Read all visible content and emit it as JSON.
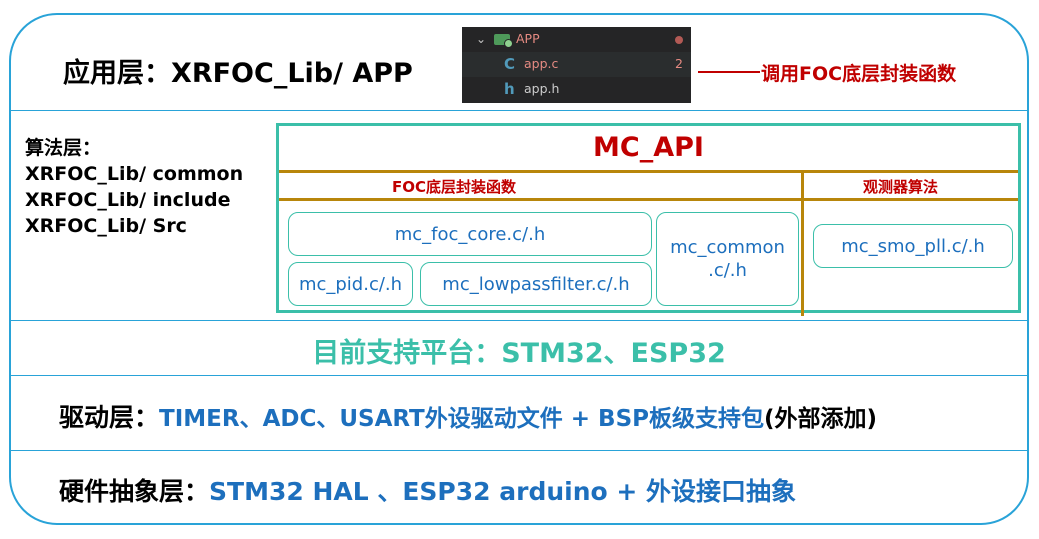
{
  "app_layer": {
    "title": "应用层：XRFOC_Lib/ APP",
    "explorer": {
      "folder": "APP",
      "files": [
        {
          "icon": "C",
          "name": "app.c",
          "badge": "2"
        },
        {
          "icon": "h",
          "name": "app.h"
        }
      ]
    },
    "annotation": "调用FOC底层封装函数"
  },
  "algo_layer": {
    "lines": [
      "算法层：",
      "XRFOC_Lib/ common",
      "XRFOC_Lib/ include",
      "XRFOC_Lib/ Src"
    ]
  },
  "mc_api": {
    "title": "MC_API",
    "sections": [
      "FOC底层封装函数",
      "观测器算法"
    ],
    "modules": {
      "foc_core": "mc_foc_core.c/.h",
      "pid": "mc_pid.c/.h",
      "lowpass": "mc_lowpassfilter.c/.h",
      "common_line1": "mc_common",
      "common_line2": ".c/.h",
      "smo_pll": "mc_smo_pll.c/.h"
    }
  },
  "platform": "目前支持平台：STM32、ESP32",
  "driver_layer": {
    "label": "驱动层：",
    "content": "TIMER、ADC、USART外设驱动文件 + BSP板级支持包",
    "note": "(外部添加)"
  },
  "hal_layer": {
    "label": "硬件抽象层：",
    "content": "STM32 HAL 、ESP32 arduino + 外设接口抽象"
  },
  "colors": {
    "border": "#29a3d8",
    "teal": "#3bbfa9",
    "red": "#c00000",
    "gold": "#b8860b",
    "blue": "#1d6fbd"
  }
}
